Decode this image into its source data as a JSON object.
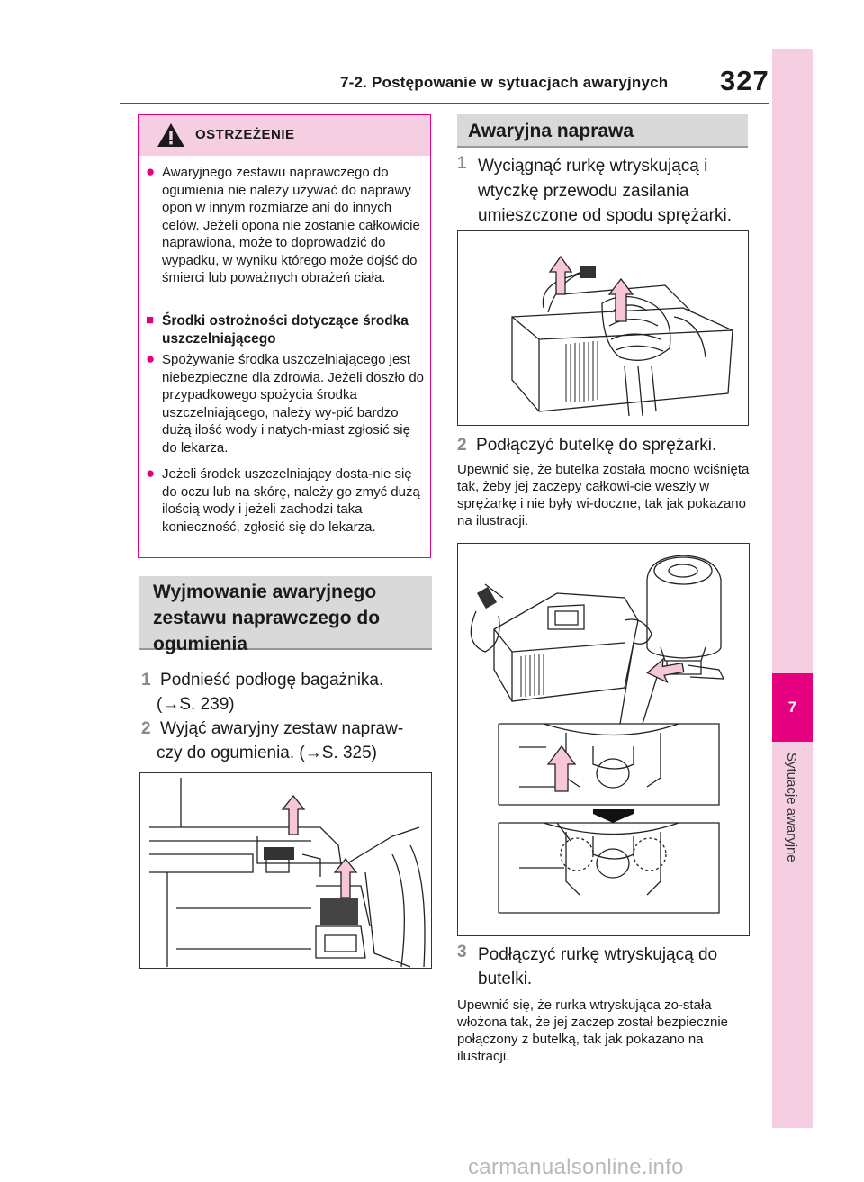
{
  "header": {
    "section_title": "7-2. Postępowanie w sytuacjach awaryjnych",
    "page_number": "327"
  },
  "side_tab": {
    "chapter_number": "7",
    "chapter_label": "Sytuacje awaryjne"
  },
  "warning": {
    "title": "OSTRZEŻENIE",
    "para1": "Awaryjnego zestawu naprawczego do ogumienia nie należy używać do naprawy opon w innym rozmiarze ani do innych celów. Jeżeli opona nie zostanie całkowicie naprawiona, może to doprowadzić do wypadku, w wyniku którego może dojść do śmierci lub poważnych obrażeń ciała.",
    "subheading": "Środki ostrożności dotyczące środka uszczelniającego",
    "para2": "Spożywanie środka uszczelniającego jest niebezpieczne dla zdrowia. Jeżeli doszło do przypadkowego spożycia środka uszczelniającego, należy wy-pić bardzo dużą ilość wody i natych-miast zgłosić się do lekarza.",
    "para3": "Jeżeli środek uszczelniający dosta-nie się do oczu lub na skórę, należy go zmyć dużą ilością wody i jeżeli zachodzi taka konieczność, zgłosić się do lekarza."
  },
  "left_section": {
    "heading": "Wyjmowanie awaryjnego zestawu naprawczego do ogumienia",
    "steps": [
      {
        "num": "1",
        "text": "Podnieść podłogę bagażnika.",
        "ref": "(→S. 239)"
      },
      {
        "num": "2",
        "text": "Wyjąć awaryjny zestaw napraw-",
        "text2": "czy do ogumienia. (→S. 325)"
      }
    ]
  },
  "right_section": {
    "heading": "Awaryjna naprawa",
    "steps": [
      {
        "num": "1",
        "text": "Wyciągnąć rurkę wtryskującą i wtyczkę przewodu zasilania umieszczone od spodu sprężarki."
      },
      {
        "num": "2",
        "text": "Podłączyć butelkę do sprężarki.",
        "note": "Upewnić się, że butelka została mocno wciśnięta tak, żeby jej zaczepy całkowi-cie weszły w sprężarkę i nie były wi-doczne, tak jak pokazano na ilustracji."
      },
      {
        "num": "3",
        "text": "Podłączyć rurkę wtryskującą do butelki.",
        "note": "Upewnić się, że rurka wtryskująca zo-stała włożona tak, że jej zaczep został bezpiecznie połączony z butelką, tak jak pokazano na ilustracji."
      }
    ]
  },
  "watermark": "carmanualsonline.info",
  "colors": {
    "accent": "#e4007f",
    "tab_bg": "#f5cfe1",
    "heading_bg": "#d9d9d9",
    "arrow_fill": "#f7c6d9"
  }
}
